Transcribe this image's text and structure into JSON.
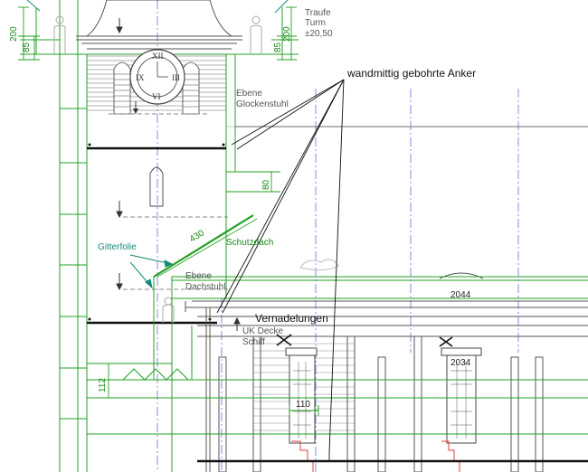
{
  "labels": {
    "traufe": "Traufe",
    "turm": "Turm",
    "traufe_level": "±20,50",
    "anker_note": "wandmittig gebohrte Anker",
    "ebene": "Ebene",
    "glockenstuhl": "Glockenstuhl",
    "dachstuhl": "Dachstuhl",
    "gitterfolie": "Gitterfolie",
    "schutzdach": "Schutzdach",
    "vernadelungen": "Vernadelungen",
    "uk_decke": "UK Decke",
    "schiff": "Schiff"
  },
  "dimensions": {
    "d200_left": "200",
    "d85_left": "85",
    "d200_right": "200",
    "d85_right": "85",
    "d80": "80",
    "d430": "430",
    "d112": "112",
    "d110": "110",
    "d2044": "2044",
    "d2034": "2034"
  },
  "clock": {
    "xii": "XII",
    "iii": "III",
    "vi": "VI",
    "ix": "IX"
  },
  "colors": {
    "structure": "#22a022",
    "linework": "#555555",
    "axis": "#8080e0",
    "note_leader": "#111111",
    "foil": "#138a7a",
    "red_marks": "#e04040"
  }
}
